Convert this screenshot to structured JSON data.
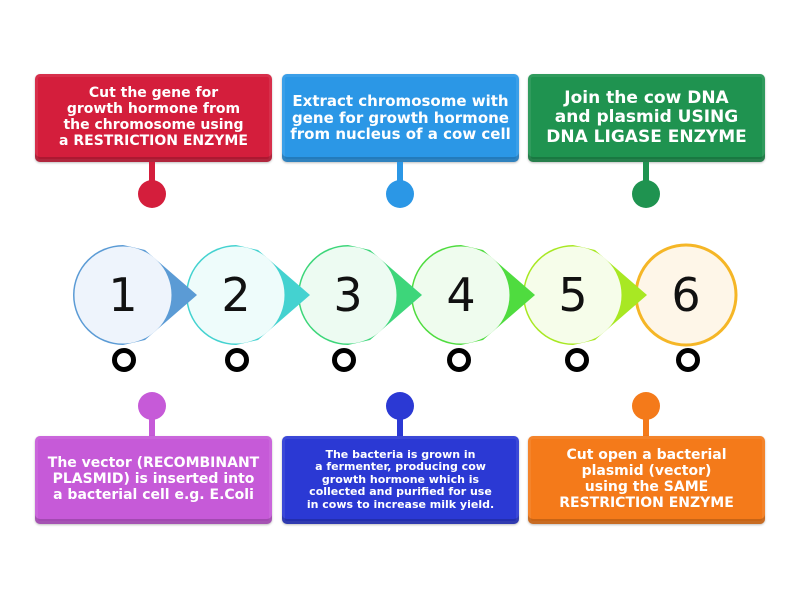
{
  "diagram": {
    "type": "process-timeline",
    "steps": [
      {
        "number": "1",
        "color": "#5b9bd5",
        "fill": "#eef4fc"
      },
      {
        "number": "2",
        "color": "#44d2d0",
        "fill": "#eefcfb"
      },
      {
        "number": "3",
        "color": "#3dd67a",
        "fill": "#edfbf2"
      },
      {
        "number": "4",
        "color": "#4fdc3f",
        "fill": "#effcee"
      },
      {
        "number": "5",
        "color": "#a8e823",
        "fill": "#f6fdea"
      },
      {
        "number": "6",
        "color": "#f5b626",
        "fill": "#fef6e8"
      }
    ],
    "top_cards": [
      {
        "step": "1",
        "color": "#d41e3c",
        "text": "Cut the gene for growth hormone from the chromosome using a RESTRICTION ENZYME",
        "lines": [
          "Cut the gene for",
          "growth hormone from",
          "the chromosome using",
          "a RESTRICTION ENZYME"
        ]
      },
      {
        "step": "3",
        "color": "#2b97e6",
        "text": "Extract chromosome with gene for growth hormone from nucleus of a cow cell",
        "lines": [
          "Extract chromosome with",
          "gene for growth hormone",
          "from nucleus of a cow cell"
        ]
      },
      {
        "step": "5",
        "color": "#1f9350",
        "text": "Join the cow DNA and plasmid USING DNA LIGASE ENZYME",
        "lines": [
          "Join the cow DNA",
          "and plasmid USING",
          "DNA LIGASE ENZYME"
        ]
      }
    ],
    "bottom_cards": [
      {
        "step": "2",
        "color": "#c65ad8",
        "text": "The vector (RECOMBINANT PLASMID) is inserted into a bacterial cell e.g. E.Coli",
        "lines": [
          "The vector (RECOMBINANT",
          "PLASMID) is inserted into",
          "a bacterial cell e.g. E.Coli"
        ]
      },
      {
        "step": "4",
        "color": "#2b39d4",
        "text": "The bacteria is grown in a fermenter, producing cow growth hormone which is collected and purified for use in cows to increase milk yield.",
        "lines": [
          "The bacteria is grown in",
          "a fermenter, producing cow",
          "growth hormone which is",
          "collected and purified for use",
          "in cows to increase milk yield."
        ]
      },
      {
        "step": "6",
        "color": "#f47a1a",
        "text": "Cut open a bacterial plasmid (vector) using the SAME RESTRICTION ENZYME",
        "lines": [
          "Cut open a bacterial",
          "plasmid (vector)",
          "using the SAME",
          "RESTRICTION ENZYME"
        ]
      }
    ]
  }
}
